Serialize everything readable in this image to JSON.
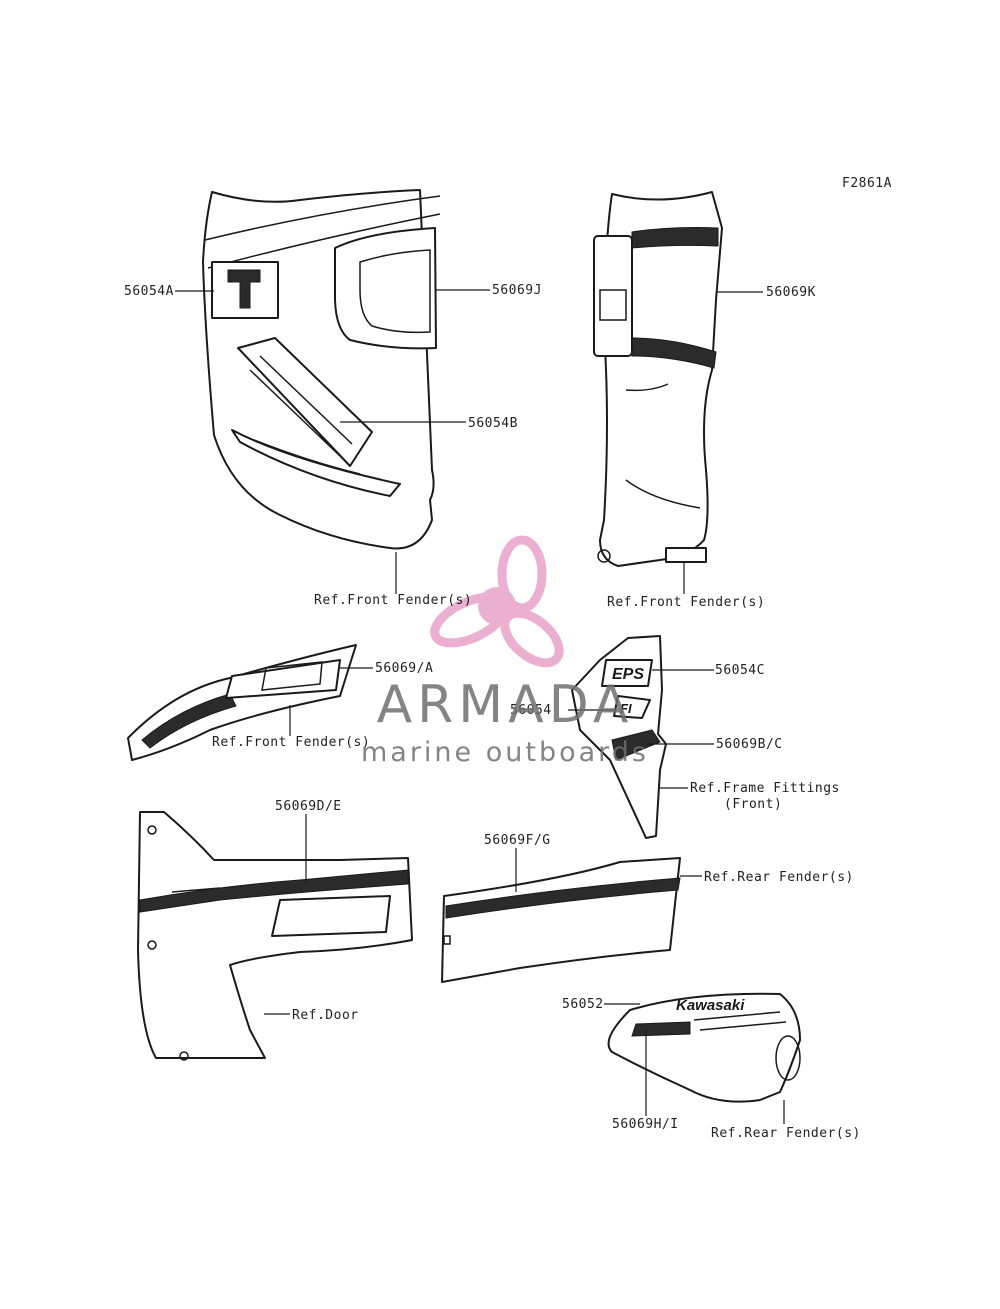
{
  "figure_code": "F2861A",
  "callouts": [
    {
      "id": "56054A",
      "text": "56054A"
    },
    {
      "id": "56069J",
      "text": "56069J"
    },
    {
      "id": "56054B",
      "text": "56054B"
    },
    {
      "id": "56069K",
      "text": "56069K"
    },
    {
      "id": "56069A",
      "text": "56069/A"
    },
    {
      "id": "56054C",
      "text": "56054C"
    },
    {
      "id": "56054",
      "text": "56054"
    },
    {
      "id": "56069BC",
      "text": "56069B/C"
    },
    {
      "id": "56069DE",
      "text": "56069D/E"
    },
    {
      "id": "56069FG",
      "text": "56069F/G"
    },
    {
      "id": "56052",
      "text": "56052"
    },
    {
      "id": "56069HI",
      "text": "56069H/I"
    }
  ],
  "references": {
    "front_fender_1": "Ref.Front Fender(s)",
    "front_fender_2": "Ref.Front Fender(s)",
    "front_fender_3": "Ref.Front Fender(s)",
    "frame_fittings_line1": "Ref.Frame Fittings",
    "frame_fittings_line2": "(Front)",
    "rear_fender_1": "Ref.Rear Fender(s)",
    "rear_fender_2": "Ref.Rear Fender(s)",
    "door": "Ref.Door"
  },
  "decal_text": {
    "kawasaki_brand": "Kawasaki",
    "eps": "EPS",
    "fi": "FI"
  },
  "watermark": {
    "title": "ARMADA",
    "subtitle": "marine outboards",
    "logo_color": "#e8a3c7",
    "text_color": "#6f6f6f"
  }
}
